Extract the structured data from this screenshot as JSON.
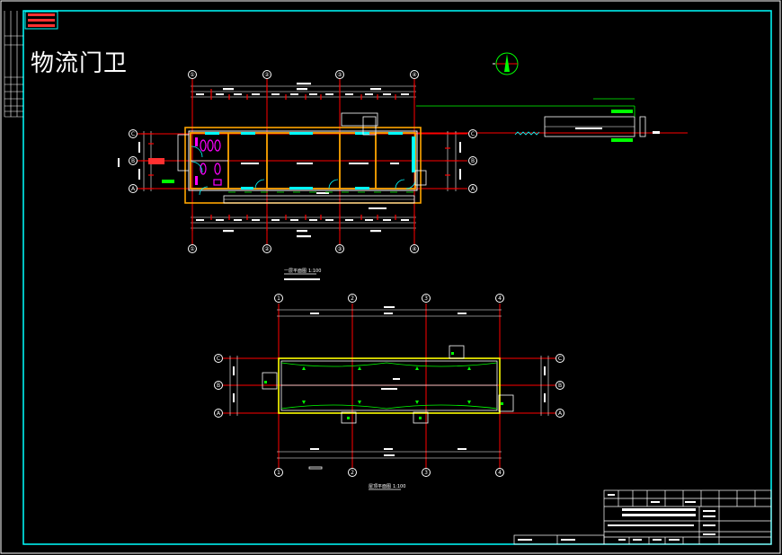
{
  "sheet": {
    "title": "物流门卫",
    "colors": {
      "background": "#000000",
      "frame": "#00FFFF",
      "axis": "#FF0000",
      "wall": "#FFFFFF",
      "outline": "#FFA500",
      "fixture": "#FF00FF",
      "dim": "#FFFFFF",
      "roof": "#FFFF00",
      "green": "#00FF00"
    }
  },
  "north_arrow": {
    "label": "N"
  },
  "plan1": {
    "col_labels": [
      "①",
      "②",
      "③",
      "④"
    ],
    "row_labels": [
      "C",
      "B",
      "A"
    ],
    "title": "一层平面图",
    "scale": "1:100"
  },
  "plan2": {
    "col_labels": [
      "1",
      "2",
      "3",
      "4"
    ],
    "row_labels": [
      "C",
      "B",
      "A"
    ],
    "title": "屋顶平面图",
    "scale": "1:100"
  },
  "title_block": {
    "company": "",
    "project": ""
  }
}
